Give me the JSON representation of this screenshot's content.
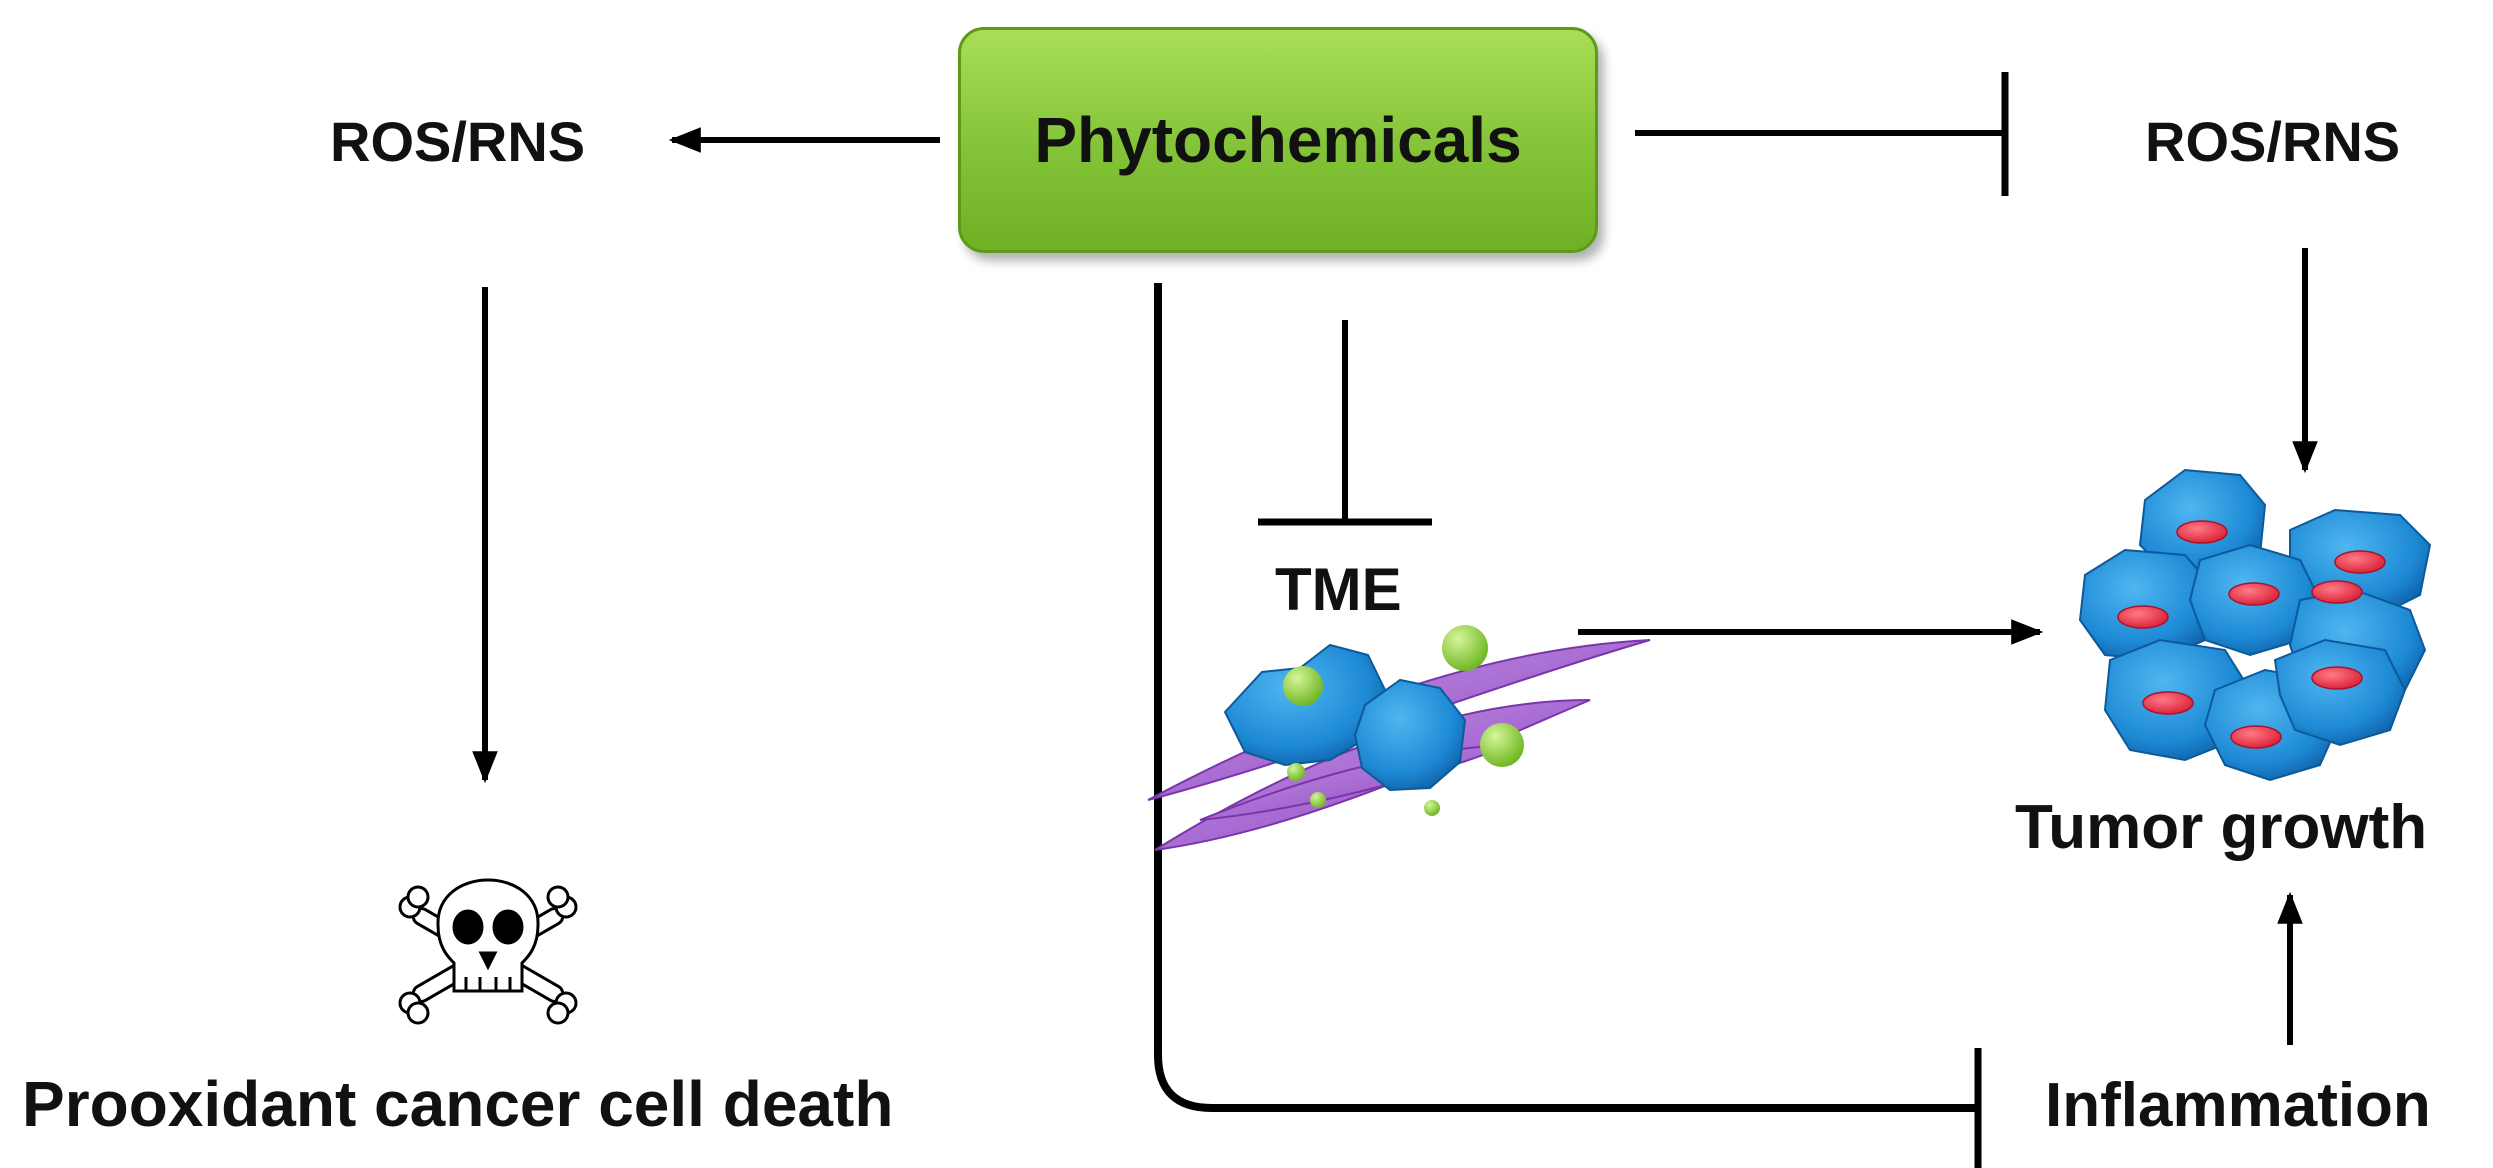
{
  "nodes": {
    "phytochemicals": "Phytochemicals",
    "ros_left": "ROS/RNS",
    "ros_right": "ROS/RNS",
    "tme": "TME",
    "tumor_growth": "Tumor growth",
    "inflammation": "Inflammation",
    "cell_death": "Prooxidant cancer cell death"
  },
  "icons": {
    "skull": "skull-crossbones-icon",
    "tme_cells": "tumor-microenvironment-cells-icon",
    "tumor_cells": "tumor-cell-cluster-icon"
  },
  "colors": {
    "box_fill": "#86c53a",
    "cell_blue": "#1e90d8",
    "nucleus_red": "#e8344a",
    "fibroblast_purple": "#9b59c9",
    "particle_green": "#8fd43a",
    "line": "#000000"
  }
}
